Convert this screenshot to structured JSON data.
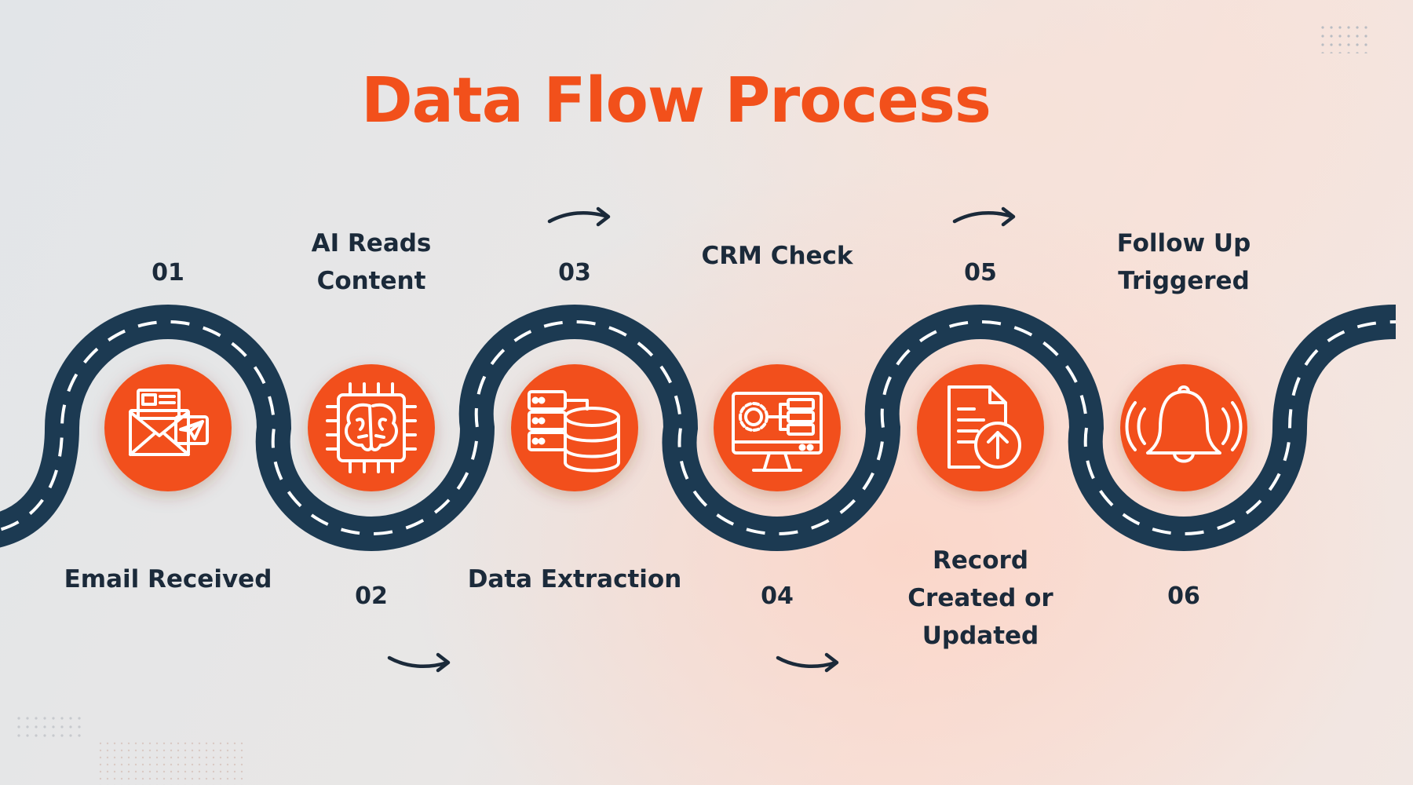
{
  "title": "Data Flow Process",
  "colors": {
    "accent": "#f2501b",
    "road": "#1c3a52",
    "dash": "#ffffff",
    "text": "#1b2a3a"
  },
  "steps": [
    {
      "number": "01",
      "label": "Email Received",
      "icon": "email-icon"
    },
    {
      "number": "02",
      "label": "AI Reads\nContent",
      "icon": "ai-brain-chip-icon"
    },
    {
      "number": "03",
      "label": "Data Extraction",
      "icon": "database-server-icon"
    },
    {
      "number": "04",
      "label": "CRM Check",
      "icon": "crm-monitor-icon"
    },
    {
      "number": "05",
      "label": "Record\nCreated or\nUpdated",
      "icon": "document-upload-icon"
    },
    {
      "number": "06",
      "label": "Follow Up\nTriggered",
      "icon": "bell-icon"
    }
  ]
}
